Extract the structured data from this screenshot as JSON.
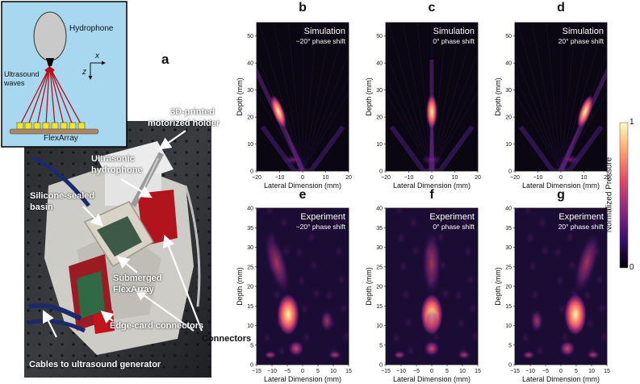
{
  "figure": {
    "panel_a": {
      "letter": "a",
      "inset": {
        "hydrophone": "Hydrophone",
        "waves": [
          "Ultrasound",
          "waves"
        ],
        "array": "FlexArray",
        "axis_x": "x",
        "axis_z": "z"
      },
      "labels": {
        "holder": [
          "3D-printed",
          "motorized holder"
        ],
        "hydrophone": [
          "Ultrasonic",
          "hydrophone"
        ],
        "basin": [
          "Silicone-sealed",
          "basin"
        ],
        "submerged": [
          "Submerged",
          "FlexArray"
        ],
        "edge": "Edge-card connectors",
        "connectors": "Connectors",
        "cables": "Cables to ultrasound generator"
      }
    },
    "colorbar": {
      "label": "Normalized Pressure",
      "ticks": [
        "1",
        "0"
      ],
      "colors": [
        "#000004",
        "#3b0f70",
        "#8c2981",
        "#de4968",
        "#fe9f6d",
        "#fcfdbf"
      ]
    },
    "sim_panels": [
      {
        "letter": "b",
        "title": "Simulation",
        "shift": "−20° phase shift",
        "angle": -20
      },
      {
        "letter": "c",
        "title": "Simulation",
        "shift": "0° phase shift",
        "angle": 0
      },
      {
        "letter": "d",
        "title": "Simulation",
        "shift": "20° phase shift",
        "angle": 20
      }
    ],
    "exp_panels": [
      {
        "letter": "e",
        "title": "Experiment",
        "shift": "−20° phase shift",
        "angle": -20
      },
      {
        "letter": "f",
        "title": "Experiment",
        "shift": "0° phase shift",
        "angle": 0
      },
      {
        "letter": "g",
        "title": "Experiment",
        "shift": "20° phase shift",
        "angle": 20
      }
    ],
    "sim_axes": {
      "xlabel": "Lateral Dimension (mm)",
      "ylabel": "Depth (mm)",
      "xticks": [
        "−20",
        "−10",
        "0",
        "10",
        "20"
      ],
      "yticks": [
        "0",
        "10",
        "20",
        "30",
        "40",
        "50"
      ]
    },
    "exp_axes": {
      "xlabel": "Lateral Dimension (mm)",
      "ylabel": "Depth (mm)",
      "xticks": [
        "−15",
        "−10",
        "−5",
        "0",
        "5",
        "10",
        "15"
      ],
      "yticks": [
        "0",
        "5",
        "10",
        "15",
        "20",
        "25",
        "30",
        "35",
        "40"
      ]
    }
  }
}
